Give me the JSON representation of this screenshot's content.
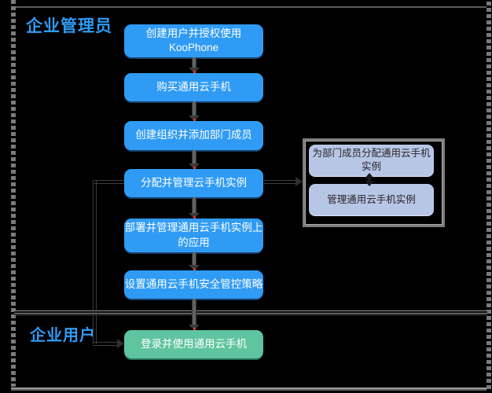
{
  "diagram": {
    "lanes": [
      {
        "label": "企业管理员"
      },
      {
        "label": "企业用户"
      }
    ],
    "steps": [
      {
        "label": "创建用户并授权使用\nKooPhone"
      },
      {
        "label": "购买通用云手机"
      },
      {
        "label": "创建组织并添加部门成员"
      },
      {
        "label": "分配并管理云手机实例"
      },
      {
        "label": "部署并管理通用云手机实例上\n的应用"
      },
      {
        "label": "设置通用云手机安全管控策略"
      }
    ],
    "user_step": {
      "label": "登录并使用通用云手机"
    },
    "subgroup": {
      "steps": [
        {
          "label": "为部门成员分配通用云手机\n实例"
        },
        {
          "label": "管理通用云手机实例"
        }
      ]
    },
    "colors": {
      "background": "#000000",
      "step_blue": "#2F9BF5",
      "step_blue_shadow": "#173F6B",
      "step_green": "#5FC4A0",
      "step_green_shadow": "#27705A",
      "subgroup_fill": "#B8C6E6",
      "subgroup_border": "#7D7D7D",
      "lane_label_blue": "#2F9BF5",
      "connector_gray": "#616161",
      "thin_line_gray": "#3F3F3F"
    }
  }
}
